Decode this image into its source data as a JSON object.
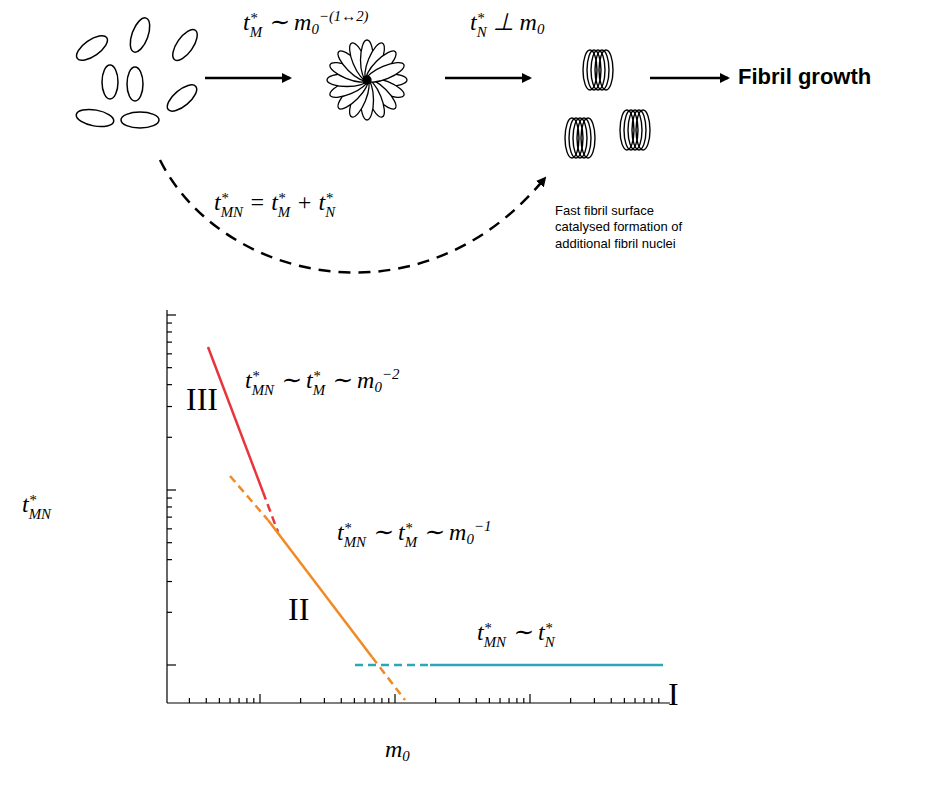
{
  "diagram": {
    "labels": [
      "t*M ∼ m0−(1↔2)",
      "t*N ⊥ m0",
      "t*MN = t*M + t*N",
      "Fast fibril surface catalysed formation of additional fibril nuclei",
      "Fibril growth",
      "III",
      "t*MN ∼ t*M ∼ m0−2",
      "II",
      "t*MN ∼ t*M ∼ m0−1",
      "t*MN ∼ t*N",
      "I",
      "t*MN",
      "m0"
    ]
  }
}
